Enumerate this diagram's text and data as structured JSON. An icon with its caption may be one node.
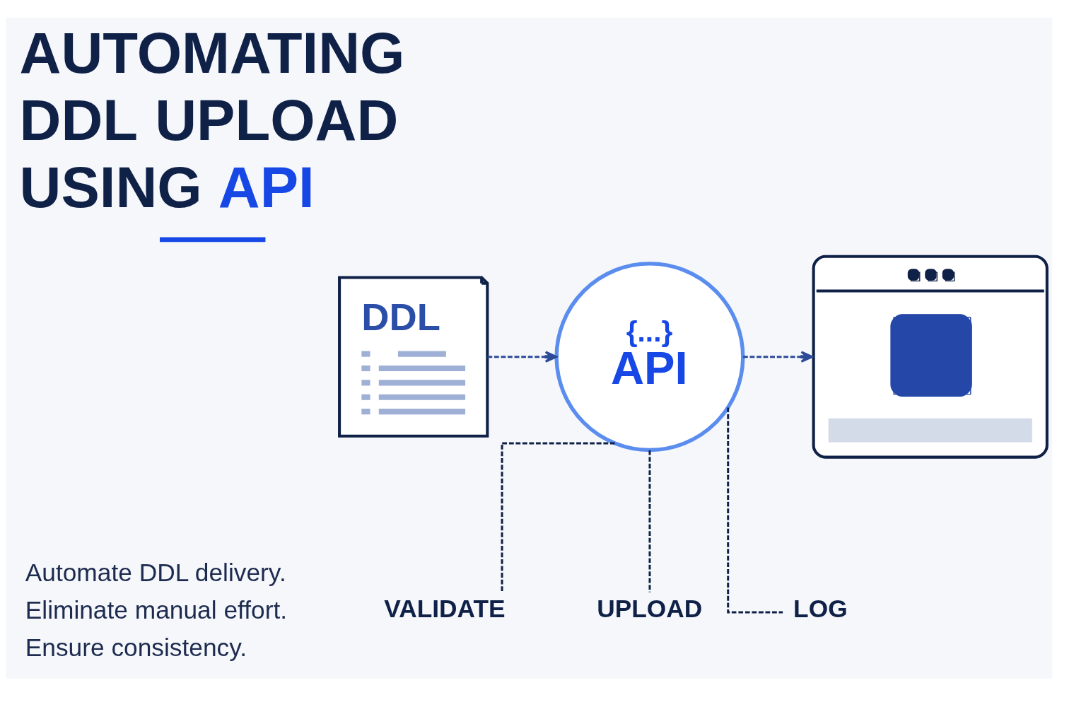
{
  "diagram": {
    "title": "AUTOMATING DDL UPLOAD USING API",
    "nodes": [
      {
        "text": [
          "DDL"
        ]
      },
      {
        "text": [
          "{...}",
          "API"
        ]
      },
      {
        "text": [],
        "shape": "picture"
      },
      {
        "text": [
          "VALIDATE"
        ]
      },
      {
        "text": [
          "UPLOAD"
        ]
      },
      {
        "text": [
          "LOG"
        ]
      }
    ],
    "edges": [
      {
        "from": 0,
        "to": 1,
        "arrow": "to",
        "style": "dashed"
      },
      {
        "from": 1,
        "to": 2,
        "arrow": "to",
        "style": "dashed"
      },
      {
        "from": 1,
        "to": 3,
        "arrow": "none",
        "style": "dashed"
      },
      {
        "from": 1,
        "to": 4,
        "arrow": "none",
        "style": "dashed"
      },
      {
        "from": 1,
        "to": 5,
        "arrow": "none",
        "style": "dashed"
      }
    ],
    "labels": [
      "Automate DDL delivery.",
      "Eliminate manual effort.",
      "Ensure consistency."
    ]
  }
}
